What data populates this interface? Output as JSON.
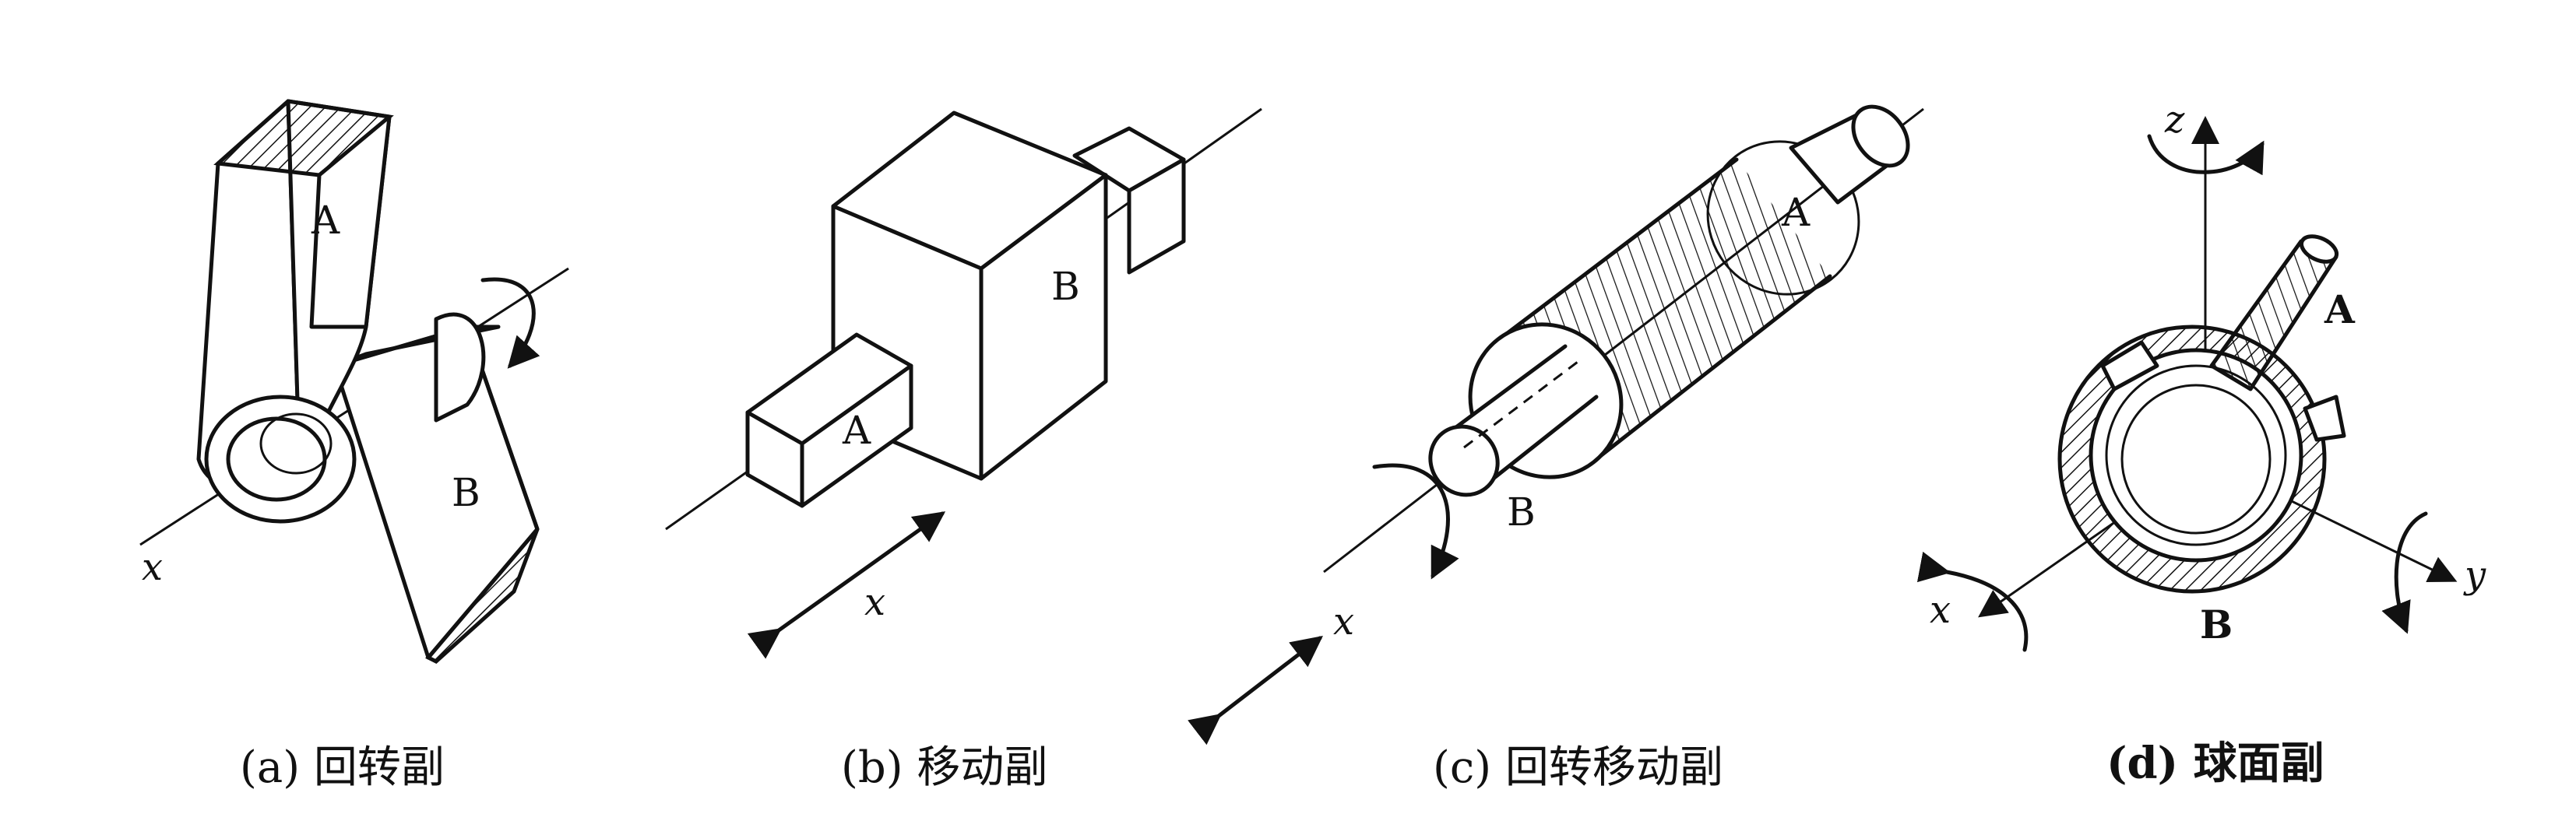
{
  "figures": [
    {
      "caption": "(a) 回转副",
      "labels": {
        "upper_link": "A",
        "lower_link": "B",
        "axis": "x"
      }
    },
    {
      "caption": "(b) 移动副",
      "labels": {
        "small_block": "A",
        "big_block": "B",
        "axis": "x"
      }
    },
    {
      "caption": "(c) 回转移动副",
      "labels": {
        "outer_cylinder": "A",
        "inner_shaft": "B",
        "axis": "x"
      }
    },
    {
      "caption": "(d) 球面副",
      "labels": {
        "rod": "A",
        "socket": "B",
        "axis_x": "x",
        "axis_y": "y",
        "axis_z": "z"
      }
    }
  ]
}
